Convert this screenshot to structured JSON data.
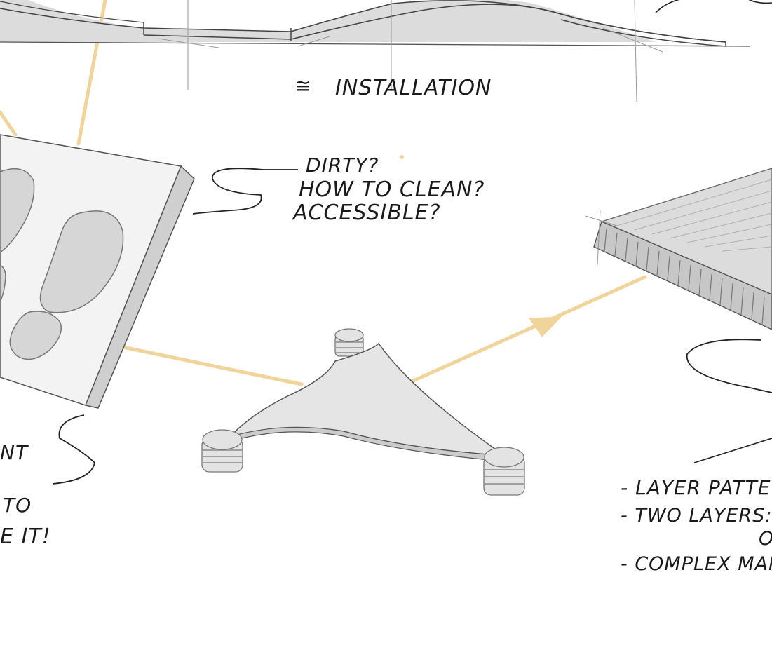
{
  "colors": {
    "connector": "#f0d49a",
    "ink": "#1a1a1a",
    "shape_fill": "#e8e8e8",
    "shape_stroke": "#555555",
    "background": "#ffffff"
  },
  "labels": {
    "installation": "INSTALLATION",
    "installation_symbol": "≅",
    "dirty": "DIRTY?",
    "how_to_clean": "HOW TO CLEAN?",
    "accessible": "ACCESSIBLE?",
    "left_fragment_1": "NT",
    "left_fragment_2": "TO",
    "left_fragment_3": "E IT!",
    "layer_pattern": "- LAYER PATTE",
    "two_layers": "- TWO LAYERS: C",
    "two_layers_cont": "O",
    "complex": "- COMPLEX MAN"
  }
}
